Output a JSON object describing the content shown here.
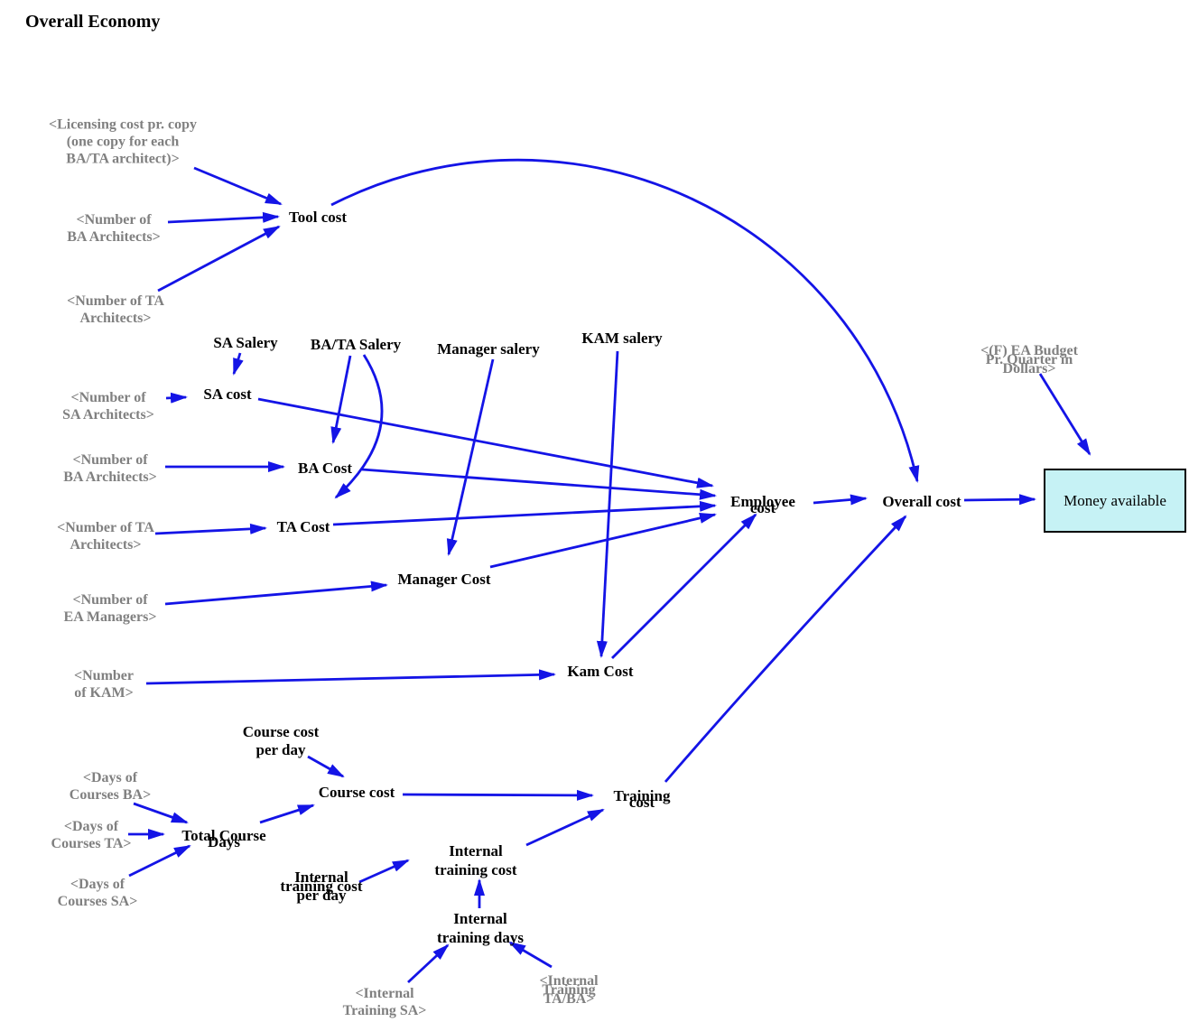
{
  "title": "Overall Economy",
  "colors": {
    "arrow": "#1414E6",
    "node_label": "#000000",
    "shadow_label": "#808080",
    "money_box_fill": "#C6F2F5",
    "money_box_border": "#000000"
  },
  "money_box": {
    "label": "Money available"
  },
  "nodes": {
    "tool_cost": {
      "lines": [
        "Tool cost"
      ]
    },
    "sa_salery": {
      "lines": [
        "SA Salery"
      ]
    },
    "ba_ta_salery": {
      "lines": [
        "BA/TA Salery"
      ]
    },
    "manager_salery": {
      "lines": [
        "Manager salery"
      ]
    },
    "kam_salery": {
      "lines": [
        "KAM salery"
      ]
    },
    "sa_cost": {
      "lines": [
        "SA cost"
      ]
    },
    "ba_cost": {
      "lines": [
        "BA Cost"
      ]
    },
    "ta_cost": {
      "lines": [
        "TA Cost"
      ]
    },
    "manager_cost": {
      "lines": [
        "Manager Cost"
      ]
    },
    "kam_cost": {
      "lines": [
        "Kam Cost"
      ]
    },
    "employee_cost": {
      "lines": [
        "Employee",
        "cost"
      ]
    },
    "overall_cost": {
      "lines": [
        "Overall cost"
      ]
    },
    "course_cost_per_day": {
      "lines": [
        "Course cost",
        "per day"
      ]
    },
    "course_cost": {
      "lines": [
        "Course cost"
      ]
    },
    "total_course_days": {
      "lines": [
        "Total Course",
        "Days"
      ]
    },
    "training_cost": {
      "lines": [
        "Training",
        "cost"
      ]
    },
    "internal_training_cost": {
      "lines": [
        "Internal",
        "training cost"
      ]
    },
    "internal_training_days": {
      "lines": [
        "Internal",
        "training days"
      ]
    },
    "internal_training_cost_per_day": {
      "lines": [
        "Internal",
        "training cost",
        "per day"
      ]
    }
  },
  "shadow_nodes": {
    "licensing_cost": {
      "lines": [
        "<Licensing cost pr. copy",
        "(one copy for each",
        "BA/TA architect)>"
      ]
    },
    "num_ba_architects_top": {
      "lines": [
        "<Number of",
        "BA Architects>"
      ]
    },
    "num_ta_architects_top": {
      "lines": [
        "<Number of TA",
        "Architects>"
      ]
    },
    "num_sa_architects": {
      "lines": [
        "<Number of",
        "SA Architects>"
      ]
    },
    "num_ba_architects": {
      "lines": [
        "<Number of",
        "BA Architects>"
      ]
    },
    "num_ta_architects": {
      "lines": [
        "<Number of TA",
        "Architects>"
      ]
    },
    "num_ea_managers": {
      "lines": [
        "<Number of",
        "EA Managers>"
      ]
    },
    "num_kam": {
      "lines": [
        "<Number",
        "of KAM>"
      ]
    },
    "days_courses_ba": {
      "lines": [
        "<Days of",
        "Courses BA>"
      ]
    },
    "days_courses_ta": {
      "lines": [
        "<Days of",
        "Courses TA>"
      ]
    },
    "days_courses_sa": {
      "lines": [
        "<Days of",
        "Courses SA>"
      ]
    },
    "ea_budget": {
      "lines": [
        "<(F) EA Budget",
        "Pr. Quarter in",
        "Dollars>"
      ]
    },
    "internal_training_sa": {
      "lines": [
        "<Internal",
        "Training SA>"
      ]
    },
    "internal_training_ta_ba": {
      "lines": [
        "<Internal",
        "Training",
        "TA/BA>"
      ]
    }
  },
  "edges": [
    {
      "from": "licensing-cost-pr-copy",
      "to": "tool-cost"
    },
    {
      "from": "number-of-ba-architects-top",
      "to": "tool-cost"
    },
    {
      "from": "number-of-ta-architects-top",
      "to": "tool-cost"
    },
    {
      "from": "tool-cost",
      "to": "overall-cost"
    },
    {
      "from": "sa-salery",
      "to": "sa-cost"
    },
    {
      "from": "number-of-sa-architects",
      "to": "sa-cost"
    },
    {
      "from": "sa-cost",
      "to": "employee-cost"
    },
    {
      "from": "ba-ta-salery",
      "to": "ba-cost"
    },
    {
      "from": "ba-ta-salery",
      "to": "ta-cost"
    },
    {
      "from": "number-of-ba-architects",
      "to": "ba-cost"
    },
    {
      "from": "ba-cost",
      "to": "employee-cost"
    },
    {
      "from": "number-of-ta-architects",
      "to": "ta-cost"
    },
    {
      "from": "ta-cost",
      "to": "employee-cost"
    },
    {
      "from": "manager-salery",
      "to": "manager-cost"
    },
    {
      "from": "number-of-ea-managers",
      "to": "manager-cost"
    },
    {
      "from": "manager-cost",
      "to": "employee-cost"
    },
    {
      "from": "kam-salery",
      "to": "kam-cost"
    },
    {
      "from": "number-of-kam",
      "to": "kam-cost"
    },
    {
      "from": "kam-cost",
      "to": "employee-cost"
    },
    {
      "from": "employee-cost",
      "to": "overall-cost"
    },
    {
      "from": "overall-cost",
      "to": "money-available"
    },
    {
      "from": "ea-budget-pr-quarter",
      "to": "money-available"
    },
    {
      "from": "course-cost-per-day",
      "to": "course-cost"
    },
    {
      "from": "days-of-courses-ba",
      "to": "total-course-days"
    },
    {
      "from": "days-of-courses-ta",
      "to": "total-course-days"
    },
    {
      "from": "days-of-courses-sa",
      "to": "total-course-days"
    },
    {
      "from": "total-course-days",
      "to": "course-cost"
    },
    {
      "from": "course-cost",
      "to": "training-cost"
    },
    {
      "from": "internal-training-cost-per-day",
      "to": "internal-training-cost"
    },
    {
      "from": "internal-training-days",
      "to": "internal-training-cost"
    },
    {
      "from": "internal-training-cost",
      "to": "training-cost"
    },
    {
      "from": "internal-training-sa",
      "to": "internal-training-days"
    },
    {
      "from": "internal-training-ta-ba",
      "to": "internal-training-days"
    },
    {
      "from": "training-cost",
      "to": "overall-cost"
    }
  ]
}
